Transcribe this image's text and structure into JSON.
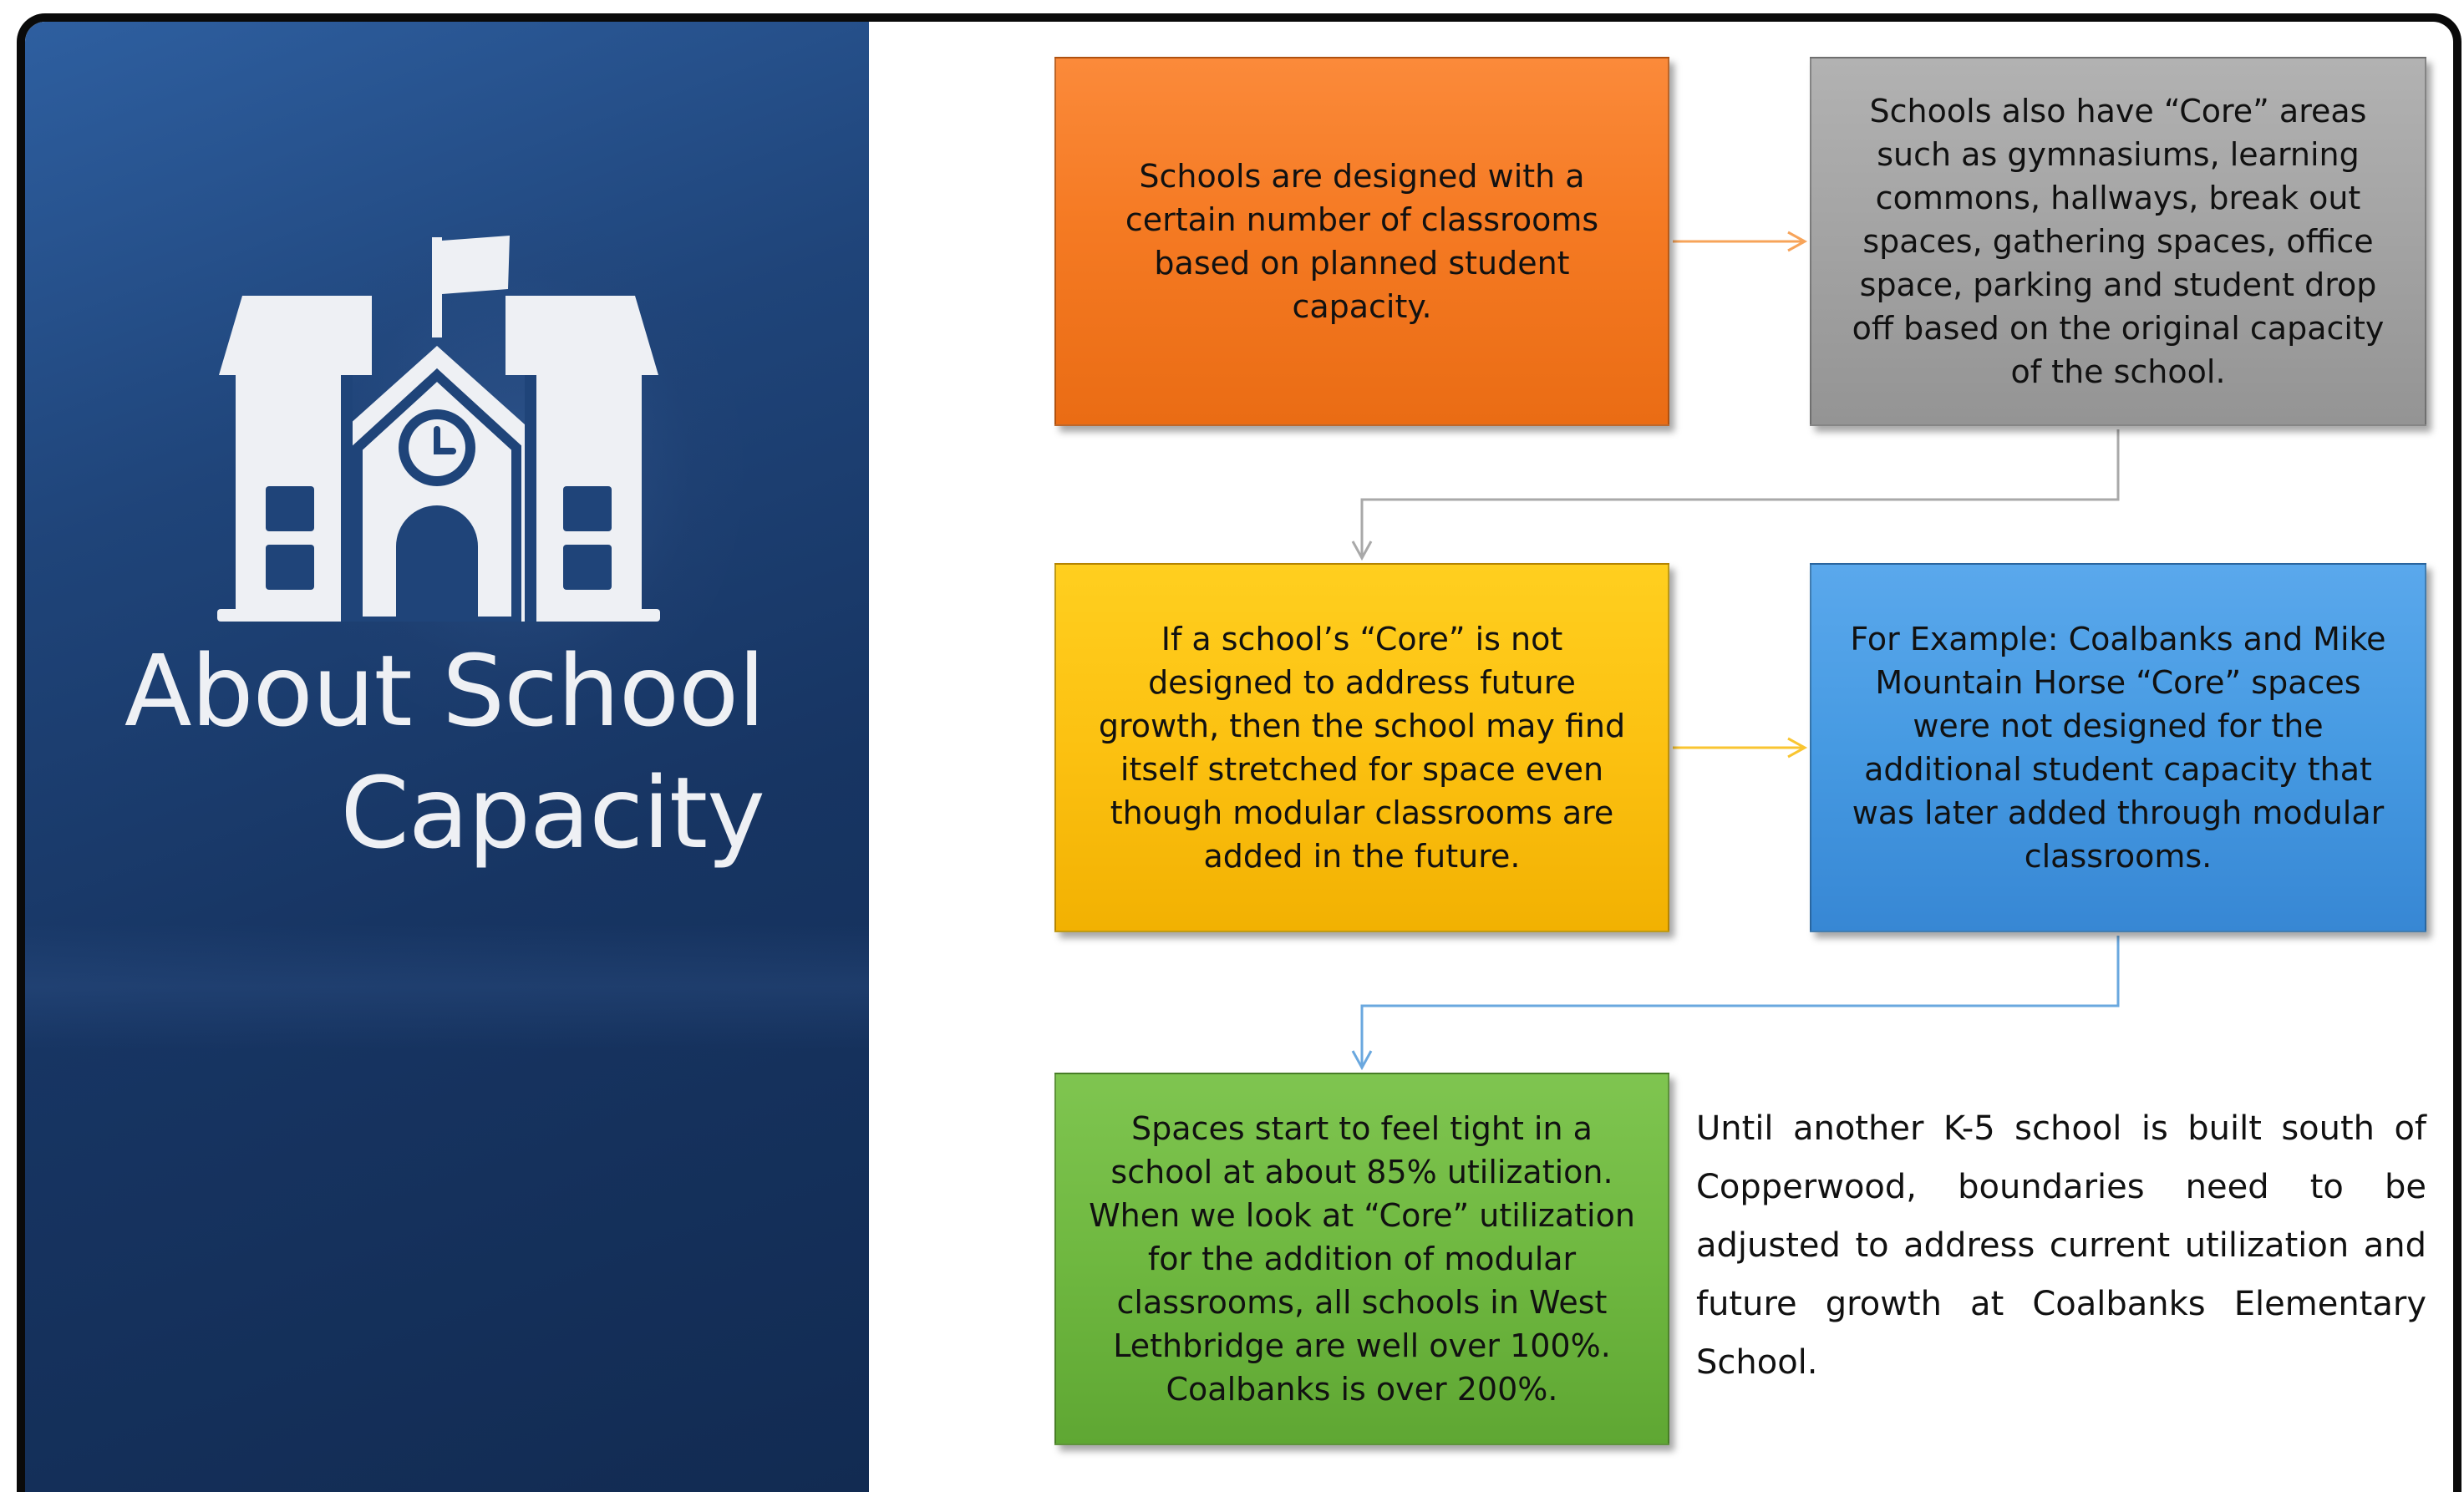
{
  "title": {
    "line1": "About School",
    "line2": "Capacity"
  },
  "flow_boxes": {
    "designed_classrooms": "Schools are designed with a certain number of classrooms based on planned student capacity.",
    "core_areas": "Schools also have “Core” areas such as gymnasiums, learning commons, hallways, break out spaces, gathering spaces, office space, parking and student drop off based on the original capacity of the school.",
    "core_not_designed": "If a school’s “Core” is not designed to address future growth, then the school may find itself stretched for space even though modular classrooms are added in the future.",
    "example": "For Example:  Coalbanks and Mike Mountain Horse “Core” spaces were not designed for the additional student capacity that was later added through modular classrooms.",
    "utilization": "Spaces start to feel tight in a school at about 85% utilization.  When we look at “Core” utilization for the addition of modular classrooms, all schools in West Lethbridge are well over 100%.  Coalbanks is over 200%."
  },
  "note": "Until another K-5 school is built south of Copperwood, boundaries need to be adjusted to address current utilization and future growth at Coalbanks Elementary School.",
  "icons": {
    "school": "school-building-icon"
  },
  "colors": {
    "orange": "#f57a23",
    "gray": "#a3a3a3",
    "yellow": "#fcc111",
    "blue": "#469ae2",
    "green": "#6fb840",
    "panel": "#1f4479"
  }
}
